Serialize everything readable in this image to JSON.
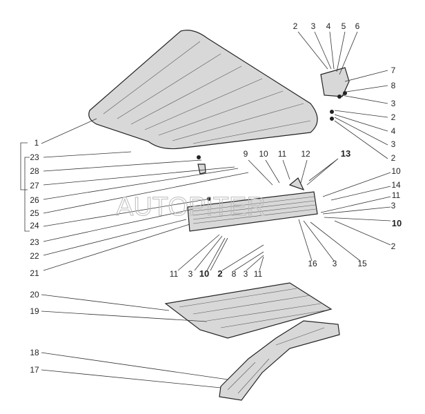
{
  "watermark": "AUTOPITER",
  "labels": [
    {
      "text": "2"
    },
    {
      "text": "3"
    },
    {
      "text": "4"
    },
    {
      "text": "5"
    },
    {
      "text": "6"
    },
    {
      "text": "7"
    },
    {
      "text": "8"
    },
    {
      "text": "3"
    },
    {
      "text": "2"
    },
    {
      "text": "4"
    },
    {
      "text": "3"
    },
    {
      "text": "2"
    },
    {
      "text": "1"
    },
    {
      "text": "23"
    },
    {
      "text": "28"
    },
    {
      "text": "27"
    },
    {
      "text": "26"
    },
    {
      "text": "25"
    },
    {
      "text": "24"
    },
    {
      "text": "23"
    },
    {
      "text": "22"
    },
    {
      "text": "21"
    },
    {
      "text": "9"
    },
    {
      "text": "10"
    },
    {
      "text": "11"
    },
    {
      "text": "12"
    },
    {
      "text": "13",
      "bold": true
    },
    {
      "text": "10"
    },
    {
      "text": "14"
    },
    {
      "text": "11"
    },
    {
      "text": "3"
    },
    {
      "text": "10",
      "bold": true
    },
    {
      "text": "2"
    },
    {
      "text": "16"
    },
    {
      "text": "3"
    },
    {
      "text": "15"
    },
    {
      "text": "11"
    },
    {
      "text": "3"
    },
    {
      "text": "10",
      "bold": true
    },
    {
      "text": "2",
      "bold": true
    },
    {
      "text": "8"
    },
    {
      "text": "3"
    },
    {
      "text": "11"
    },
    {
      "text": "20"
    },
    {
      "text": "19"
    },
    {
      "text": "18"
    },
    {
      "text": "17"
    }
  ]
}
